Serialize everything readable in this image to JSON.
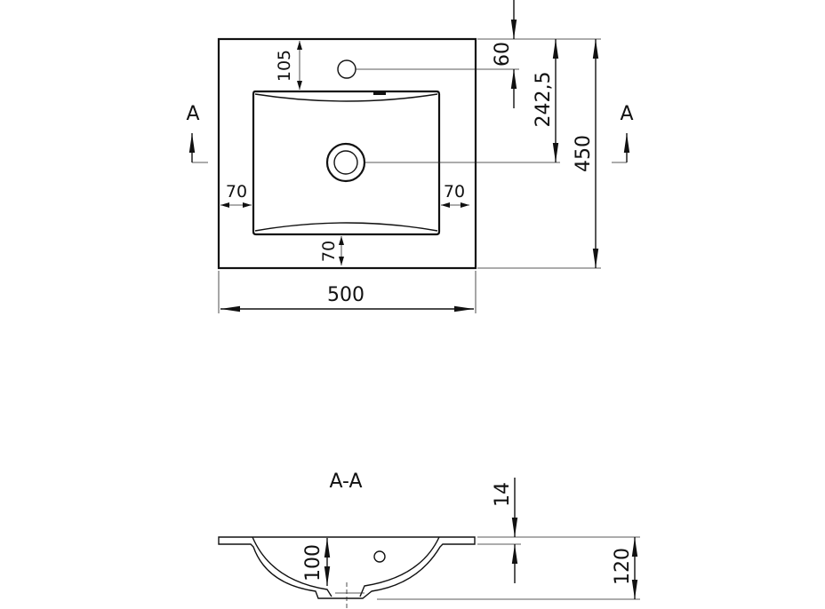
{
  "plan_view": {
    "section_marker_left": "A",
    "section_marker_right": "A",
    "dimensions": {
      "width": "500",
      "depth": "450",
      "tap_hole_from_back": "105",
      "tap_hole_offset": "60",
      "drain_from_back": "242,5",
      "left_rim": "70",
      "right_rim": "70",
      "front_rim": "70"
    }
  },
  "section_view": {
    "title": "A-A",
    "dimensions": {
      "rim_thickness": "14",
      "bowl_depth": "100",
      "total_height": "120"
    }
  }
}
